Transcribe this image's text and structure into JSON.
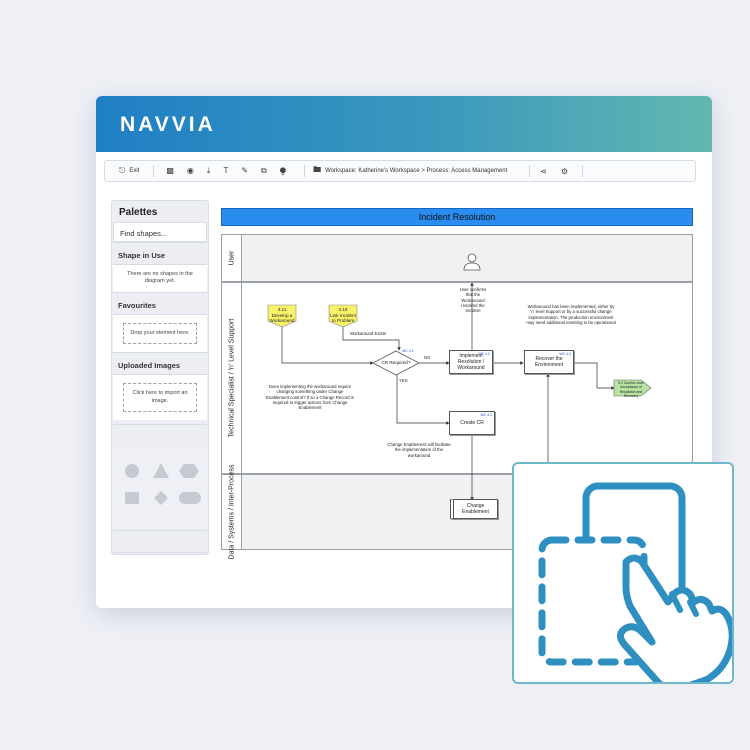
{
  "app": {
    "logo": "NAVVIA"
  },
  "toolbar": {
    "exit_label": "Exit",
    "path_label": "Workspace: Katherine's Workspace > Process: Access Management"
  },
  "sidebar": {
    "title": "Palettes",
    "search_placeholder": "Find shapes...",
    "shapes_in_use_title": "Shape in Use",
    "shapes_in_use_text": "There are no shapes in the diagram yet.",
    "favourites_title": "Favourites",
    "favourites_text": "Drop your element here.",
    "uploaded_title": "Uploaded Images",
    "uploaded_text": "Click here to import an image."
  },
  "diagram": {
    "title": "Incident Resolution",
    "lanes": [
      {
        "label": "User"
      },
      {
        "label": "Technical Specialist / 'n' Level Support"
      },
      {
        "label": "Data / Systems / Inter-Process"
      }
    ],
    "nodes": {
      "develop": {
        "tag": "3.11",
        "text": "Develop a Workaround"
      },
      "link": {
        "tag": "3.10",
        "text": "Link Incident to Problem"
      },
      "workaround_exists": "Workaround Exists",
      "cr_required": "CR Required?",
      "cr_tag": "WC 4.1",
      "no_label": "NO",
      "yes_label": "YES",
      "user_confirms": "User confirms that the Workaround resolved the Incident",
      "implement": "Implement Resolution / Workaround",
      "implement_tag": "WC 4.2",
      "recover": "Recover the Environment",
      "recover_tag": "WC 4.4",
      "implemented_note": "Workaround has been implemented, either by 'n' level Support or by a successful change implementation. The production environment may need additional resetting to be operational",
      "confirm_user": "5.1 Confirm User Acceptance of Resolution and Recovery",
      "does_implementing": "Does implementing the workaround require changing something under Change Enablement control? If so a Change Record is required to trigger actions from Change Enablement",
      "create_cr": "Create CR",
      "create_cr_tag": "WC 4.3",
      "change_note": "Change Enablement will facilitate the implementation of the workaround",
      "change_enablement": "Change Enablement"
    }
  },
  "colors": {
    "header_start": "#1f7fc4",
    "header_end": "#62b8b0",
    "banner": "#2b8cf0",
    "sticky": "#f7f26a",
    "offpage": "#b7e3a3",
    "overlay_accent": "#2f8fc0"
  },
  "icons": {
    "exit": "exit-icon",
    "save": "save-icon",
    "camera": "camera-icon",
    "download": "download-icon",
    "text": "text-icon",
    "edit": "edit-icon",
    "copy": "copy-icon",
    "format": "format-icon",
    "folder": "folder-icon",
    "share": "share-icon",
    "settings": "gear-icon",
    "drag_drop": "drag-drop-hand-icon"
  }
}
